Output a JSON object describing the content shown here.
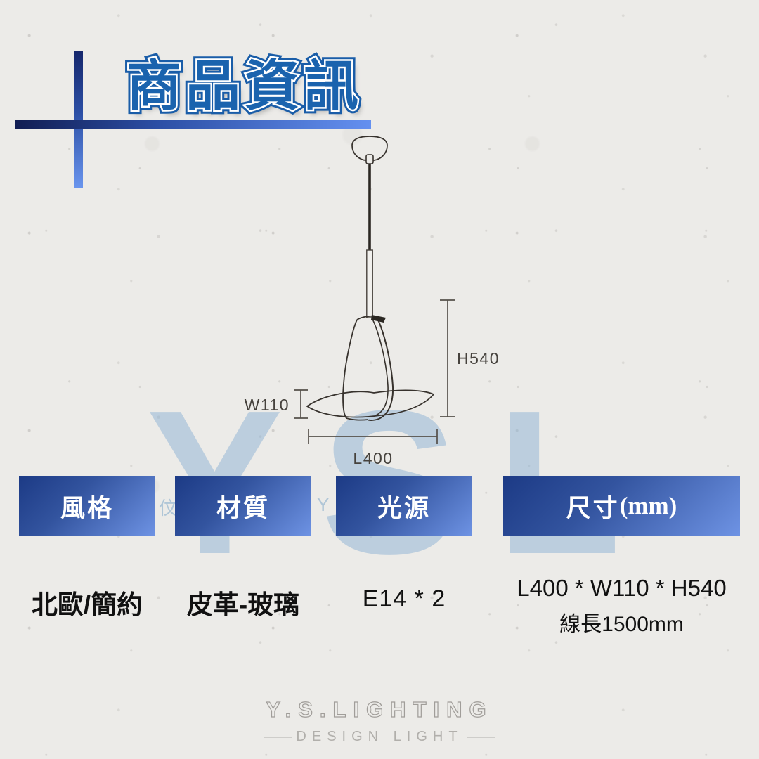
{
  "header": {
    "title": "商品資訊"
  },
  "colors": {
    "accent_dark_navy": "#15266b",
    "accent_light_blue": "#6490f0",
    "title_blue": "#1a63ae",
    "box_gradient_start": "#1c3a85",
    "box_gradient_end": "#6e93e4",
    "watermark_blue": "#8cb1d4",
    "paper": "#ecebe8"
  },
  "diagram": {
    "labels": {
      "height": "H540",
      "width": "W110",
      "length": "L400"
    }
  },
  "watermark": {
    "big": "YSL",
    "frag_left": "伩",
    "frag_right": "Y"
  },
  "spec_table": {
    "columns": [
      {
        "key": "style",
        "header": "風格",
        "value": "北歐/簡約"
      },
      {
        "key": "material",
        "header": "材質",
        "value": "皮革-玻璃"
      },
      {
        "key": "light",
        "header": "光源",
        "value": "E14 * 2"
      },
      {
        "key": "dims",
        "header_cn": "尺寸",
        "header_en": "(mm)",
        "value_line1": "L400 * W110 * H540",
        "value_line2": "線長1500mm"
      }
    ]
  },
  "footer": {
    "brand": "Y.S.LIGHTING",
    "tagline": "DESIGN LIGHT",
    "dash": "——"
  }
}
